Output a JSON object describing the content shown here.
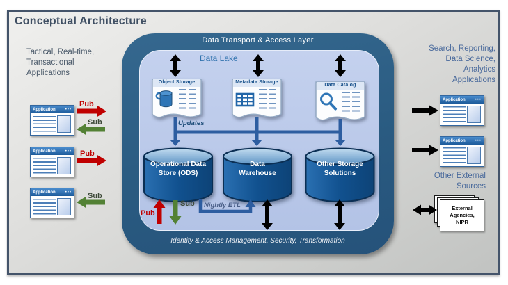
{
  "title": "Conceptual Architecture",
  "colors": {
    "slide_border": "#44546a",
    "core_background": "#2b5c82",
    "data_lake_background": "#b9c7e8",
    "cylinder_blue": "#11518f",
    "connector_blue": "#2d5da0",
    "pub_red": "#c00000",
    "sub_green": "#538135",
    "arrow_black": "#000000",
    "window_titlebar_blue": "#2e75b6"
  },
  "icons": {
    "window_dots": "•••"
  },
  "pubsub": {
    "pub": "Pub",
    "sub": "Sub"
  },
  "app_window": {
    "title": "Application"
  },
  "left_panel": {
    "heading": "Tactical, Real-time,\nTransactional\nApplications"
  },
  "right_panel": {
    "heading": "Search, Reporting,\nData Science,\nAnalytics\nApplications",
    "external_heading": "Other External\nSources",
    "external_doc_label": "External\nAgencies,\nNIPR"
  },
  "core": {
    "transport_label": "Data Transport & Access Layer",
    "lake_label": "Data Lake",
    "bottom_label": "Identity & Access Management, Security, Transformation",
    "updates_label": "Updates",
    "nightly_etl_label": "Nightly ETL",
    "documents": [
      {
        "label": "Object Storage",
        "icon": "bucket-icon"
      },
      {
        "label": "Metadata Storage",
        "icon": "table-grid-icon"
      },
      {
        "label": "Data Catalog",
        "icon": "magnifier-icon"
      }
    ],
    "cylinders": [
      {
        "label": "Operational Data\nStore (ODS)"
      },
      {
        "label": "Data\nWarehouse"
      },
      {
        "label": "Other Storage\nSolutions"
      }
    ]
  }
}
